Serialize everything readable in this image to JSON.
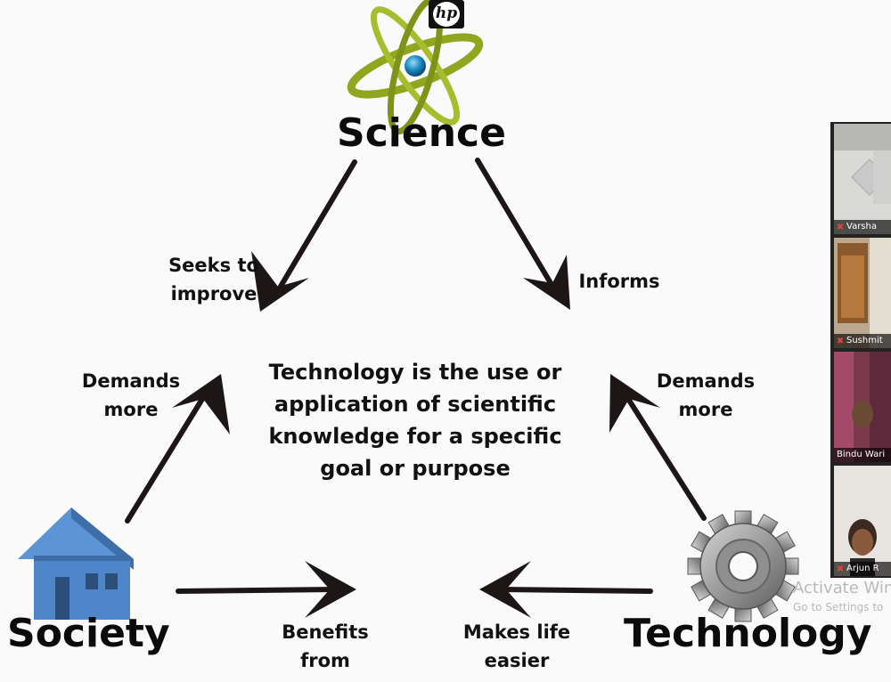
{
  "diagram": {
    "nodes": {
      "science": "Science",
      "society": "Society",
      "technology": "Technology"
    },
    "edges": {
      "society_to_science": {
        "line1": "Seeks to",
        "line2": "improve"
      },
      "science_to_technology": {
        "line1": "Informs"
      },
      "society_demands": {
        "line1": "Demands",
        "line2": "more"
      },
      "technology_demands": {
        "line1": "Demands",
        "line2": "more"
      },
      "society_benefits": {
        "line1": "Benefits",
        "line2": "from"
      },
      "technology_makes": {
        "line1": "Makes life",
        "line2": "easier"
      }
    },
    "definition": {
      "line1": "Technology is the use or",
      "line2": "application of scientific",
      "line3": "knowledge for a specific",
      "line4": "goal or purpose"
    },
    "colors": {
      "arrow": "#1c1716",
      "atom_rings": "#8fa61e",
      "atom_nucleus": "#1e90c8",
      "house": "#4e86c9",
      "gear": "#8a8a8a"
    }
  },
  "watermark_logo": {
    "text": "hp"
  },
  "video_panel": {
    "participants": [
      {
        "name": "Varsha",
        "muted": true
      },
      {
        "name": "Sushmit",
        "muted": true
      },
      {
        "name": "Bindu Wari",
        "muted": false
      },
      {
        "name": "Arjun R",
        "muted": true
      }
    ],
    "icons": {
      "mute": "mic-muted-icon"
    }
  },
  "os_watermark": {
    "title": "Activate Win",
    "subtitle": "Go to Settings to"
  }
}
